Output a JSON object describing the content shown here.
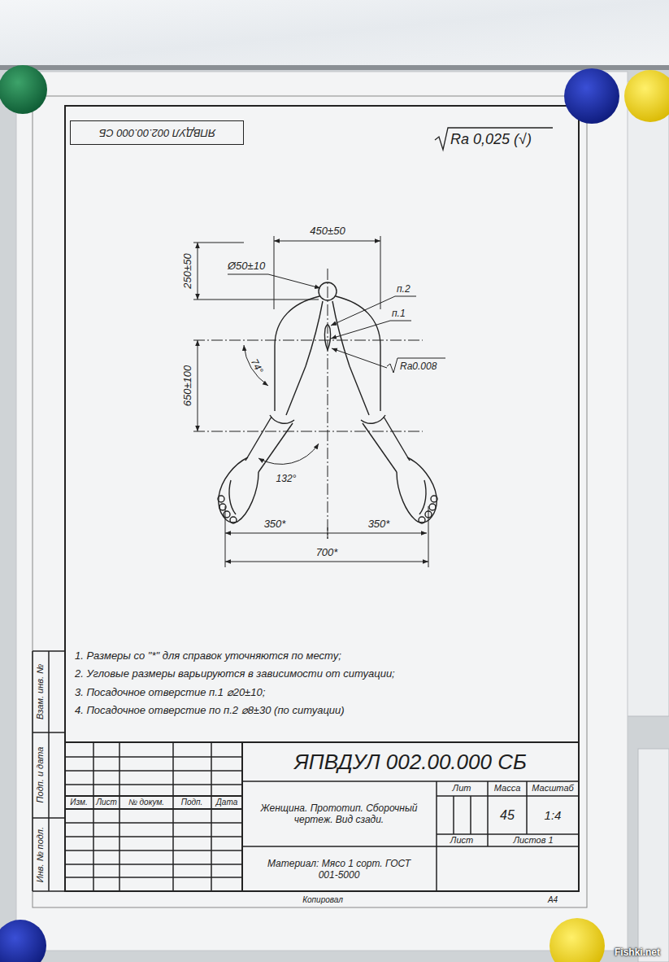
{
  "diagram": {
    "nodes": [
      {
        "text": [
          "ЯПВДУЛ 002.00.000 СБ"
        ]
      }
    ],
    "labels": [
      "Ra 0,025 (√)",
      "450±50",
      "250±50",
      "Ø50±10",
      "п.2",
      "п.1",
      "Ra0.008",
      "650±100",
      "74°",
      "132°",
      "350*",
      "350*",
      "700*",
      "1. Размеры со \"*\" для справок уточняются по месту;",
      "2. Угловые размеры варьируются в зависимости от ситуации;",
      "3. Посадочное отверстие п.1 ⌀20±10;",
      "4. Посадочное отверстие по п.2 ⌀8±30 (по ситуации)",
      "Взам. инв. №",
      "Подп. и дата",
      "Инв. № подл.",
      "Изм.",
      "Лист",
      "№ докум.",
      "Подп.",
      "Дата",
      "ЯПВДУЛ 002.00.000 СБ",
      "Женщина. Прототип. Сборочный чертеж. Вид сзади.",
      "Лит",
      "Масса",
      "Масштаб",
      "45",
      "1:4",
      "Лист",
      "Листов 1",
      "Материал: Мясо 1 сорт. ГОСТ 001-5000",
      "Копировал",
      "А4",
      "Fishki.net"
    ]
  }
}
